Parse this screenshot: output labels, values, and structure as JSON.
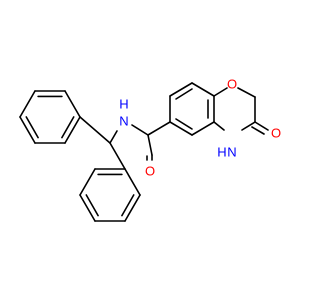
{
  "molecule": {
    "atoms": {
      "o_ring": {
        "symbol": "O",
        "color": "#ff0000"
      },
      "o_lactam": {
        "symbol": "O",
        "color": "#ff0000"
      },
      "o_amide": {
        "symbol": "O",
        "color": "#ff0000"
      },
      "n_amide": {
        "symbol": "N",
        "h": "H",
        "color": "#0000ff"
      },
      "n_lactam": {
        "symbol": "N",
        "h": "H",
        "color": "#0000ff"
      }
    },
    "bond_color": "#000000"
  }
}
